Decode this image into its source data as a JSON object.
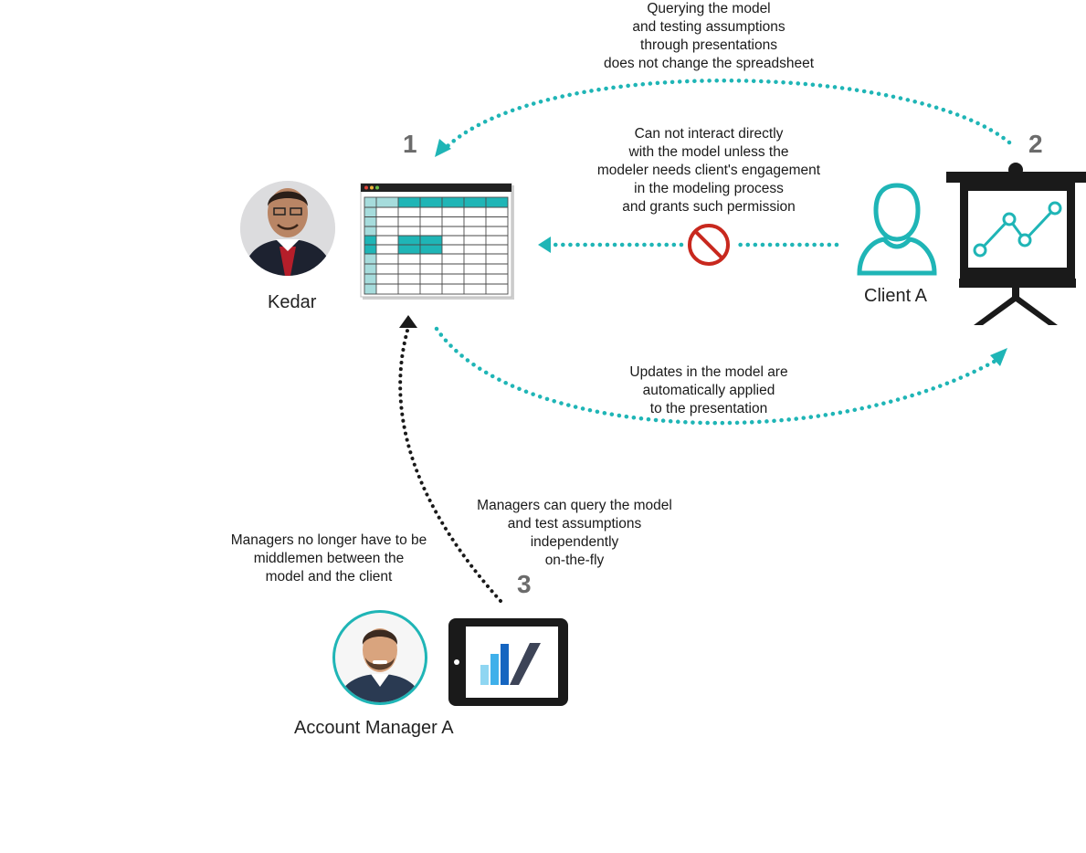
{
  "colors": {
    "teal": "#1fb5b6",
    "dark": "#1a1a1a",
    "forbidden": "#c8281e",
    "step_number": "#6b6b6b"
  },
  "steps": {
    "one": "1",
    "two": "2",
    "three": "3"
  },
  "people": {
    "modeler": "Kedar",
    "client": "Client A",
    "manager": "Account Manager A"
  },
  "annotations": {
    "top_arrow": [
      "Querying the model",
      "and testing assumptions",
      "through presentations",
      "does not change the spreadsheet"
    ],
    "middle_arrow": [
      "Can not interact directly",
      "with the model unless the",
      "modeler needs client's engagement",
      "in the modeling process",
      "and grants such permission"
    ],
    "bottom_arrow": [
      "Updates in the model are",
      "automatically applied",
      "to the presentation"
    ],
    "manager_left": [
      "Managers no longer have to be",
      "middlemen between the",
      "model and the client"
    ],
    "manager_right": [
      "Managers can query the model",
      "and test assumptions",
      "independently",
      "on-the-fly"
    ]
  },
  "icons": [
    "spreadsheet-icon",
    "user-outline-icon",
    "presentation-board-icon",
    "no-entry-icon",
    "tablet-chart-icon",
    "avatar-kedar",
    "avatar-account-manager"
  ]
}
